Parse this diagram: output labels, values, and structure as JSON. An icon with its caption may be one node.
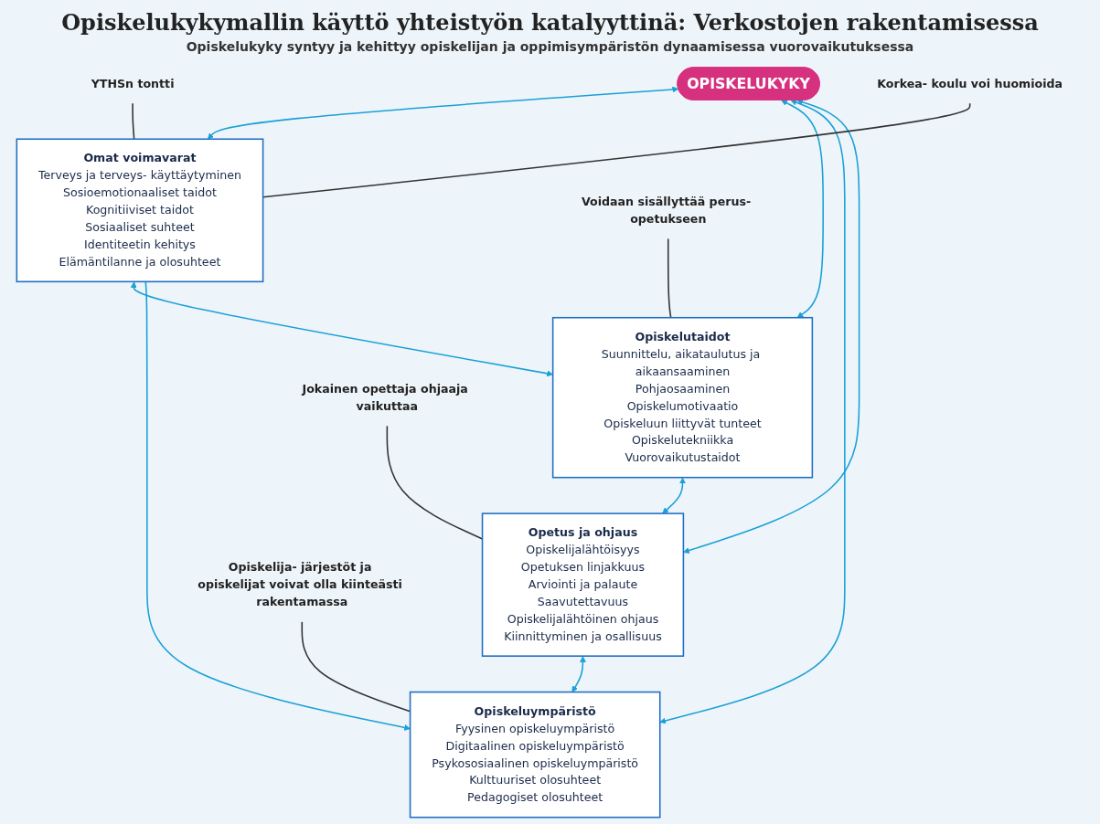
{
  "diagram": {
    "title": "Opiskelukykymallin käyttö yhteistyön katalyyttinä: Verkostojen rakentamisessa",
    "nodes": [
      {
        "text": [
          "OPISKELUKYKY"
        ]
      },
      {
        "text": [
          "Omat voimavarat",
          "Terveys ja terveys- käyttäytyminen",
          "Sosioemotionaaliset taidot",
          "Kognitiiviset taidot",
          "Sosiaaliset suhteet",
          "Identiteetin kehitys",
          "Elämäntilanne ja olosuhteet"
        ]
      },
      {
        "text": [
          "Opiskelutaidot",
          "Suunnittelu, aikataulutus ja aikaansaaminen",
          "Pohjaosaaminen",
          "Opiskelumotivaatio",
          "Opiskeluun liittyvät tunteet",
          "Opiskelutekniikka",
          "Vuorovaikutustaidot"
        ]
      },
      {
        "text": [
          "Opiskeluympäristö",
          "Fyysinen opiskeluympäristö",
          "Digitaalinen opiskeluympäristö",
          "Psykososiaalinen opiskeluympäristö",
          "Kulttuuriset olosuhteet",
          "Pedagogiset olosuhteet"
        ]
      },
      {
        "text": [
          "Opetus ja ohjaus",
          "Opiskelijalähtöisyys",
          "Opetuksen linjakkuus",
          "Arviointi ja palaute",
          "Saavutettavuus",
          "Opiskelijalähtöinen ohjaus",
          "Kiinnittyminen ja osallisuus"
        ]
      },
      {
        "text": [
          "YTHSn tontti"
        ]
      },
      {
        "text": [
          "Korkea- koulu voi huomioida"
        ]
      },
      {
        "text": [
          "Voidaan sisällyttää perus- opetukseen"
        ]
      },
      {
        "text": [
          "Opiskelija- järjestöt ja opiskelijat voivat olla kiinteästi rakentamassa"
        ]
      },
      {
        "text": [
          "Jokainen opettaja ohjaaja vaikuttaa"
        ]
      }
    ],
    "edges": [
      {
        "from": 1,
        "to": 2,
        "arrow": "both"
      },
      {
        "from": 2,
        "to": 4,
        "arrow": "both"
      },
      {
        "from": 4,
        "to": 3,
        "arrow": "both"
      },
      {
        "from": 1,
        "to": 3,
        "arrow": "to"
      },
      {
        "from": 0,
        "to": 1,
        "arrow": "both"
      },
      {
        "from": 0,
        "to": 2,
        "arrow": "both"
      },
      {
        "from": 0,
        "to": 3,
        "arrow": "both"
      },
      {
        "from": 0,
        "to": 4,
        "arrow": "both"
      },
      {
        "from": 5,
        "to": 1,
        "arrow": "none",
        "color": "#333333"
      },
      {
        "from": 6,
        "to": 1,
        "arrow": "none",
        "color": "#333333"
      },
      {
        "from": 7,
        "to": 2,
        "arrow": "none",
        "color": "#333333"
      },
      {
        "from": 8,
        "to": 3,
        "arrow": "none",
        "color": "#333333"
      },
      {
        "from": 9,
        "to": 4,
        "arrow": "none",
        "color": "#333333"
      }
    ],
    "labels": [
      "Opiskelukyky syntyy ja kehittyy opiskelijan ja oppimisympäristön dynaamisessa vuorovaikutuksessa"
    ]
  }
}
